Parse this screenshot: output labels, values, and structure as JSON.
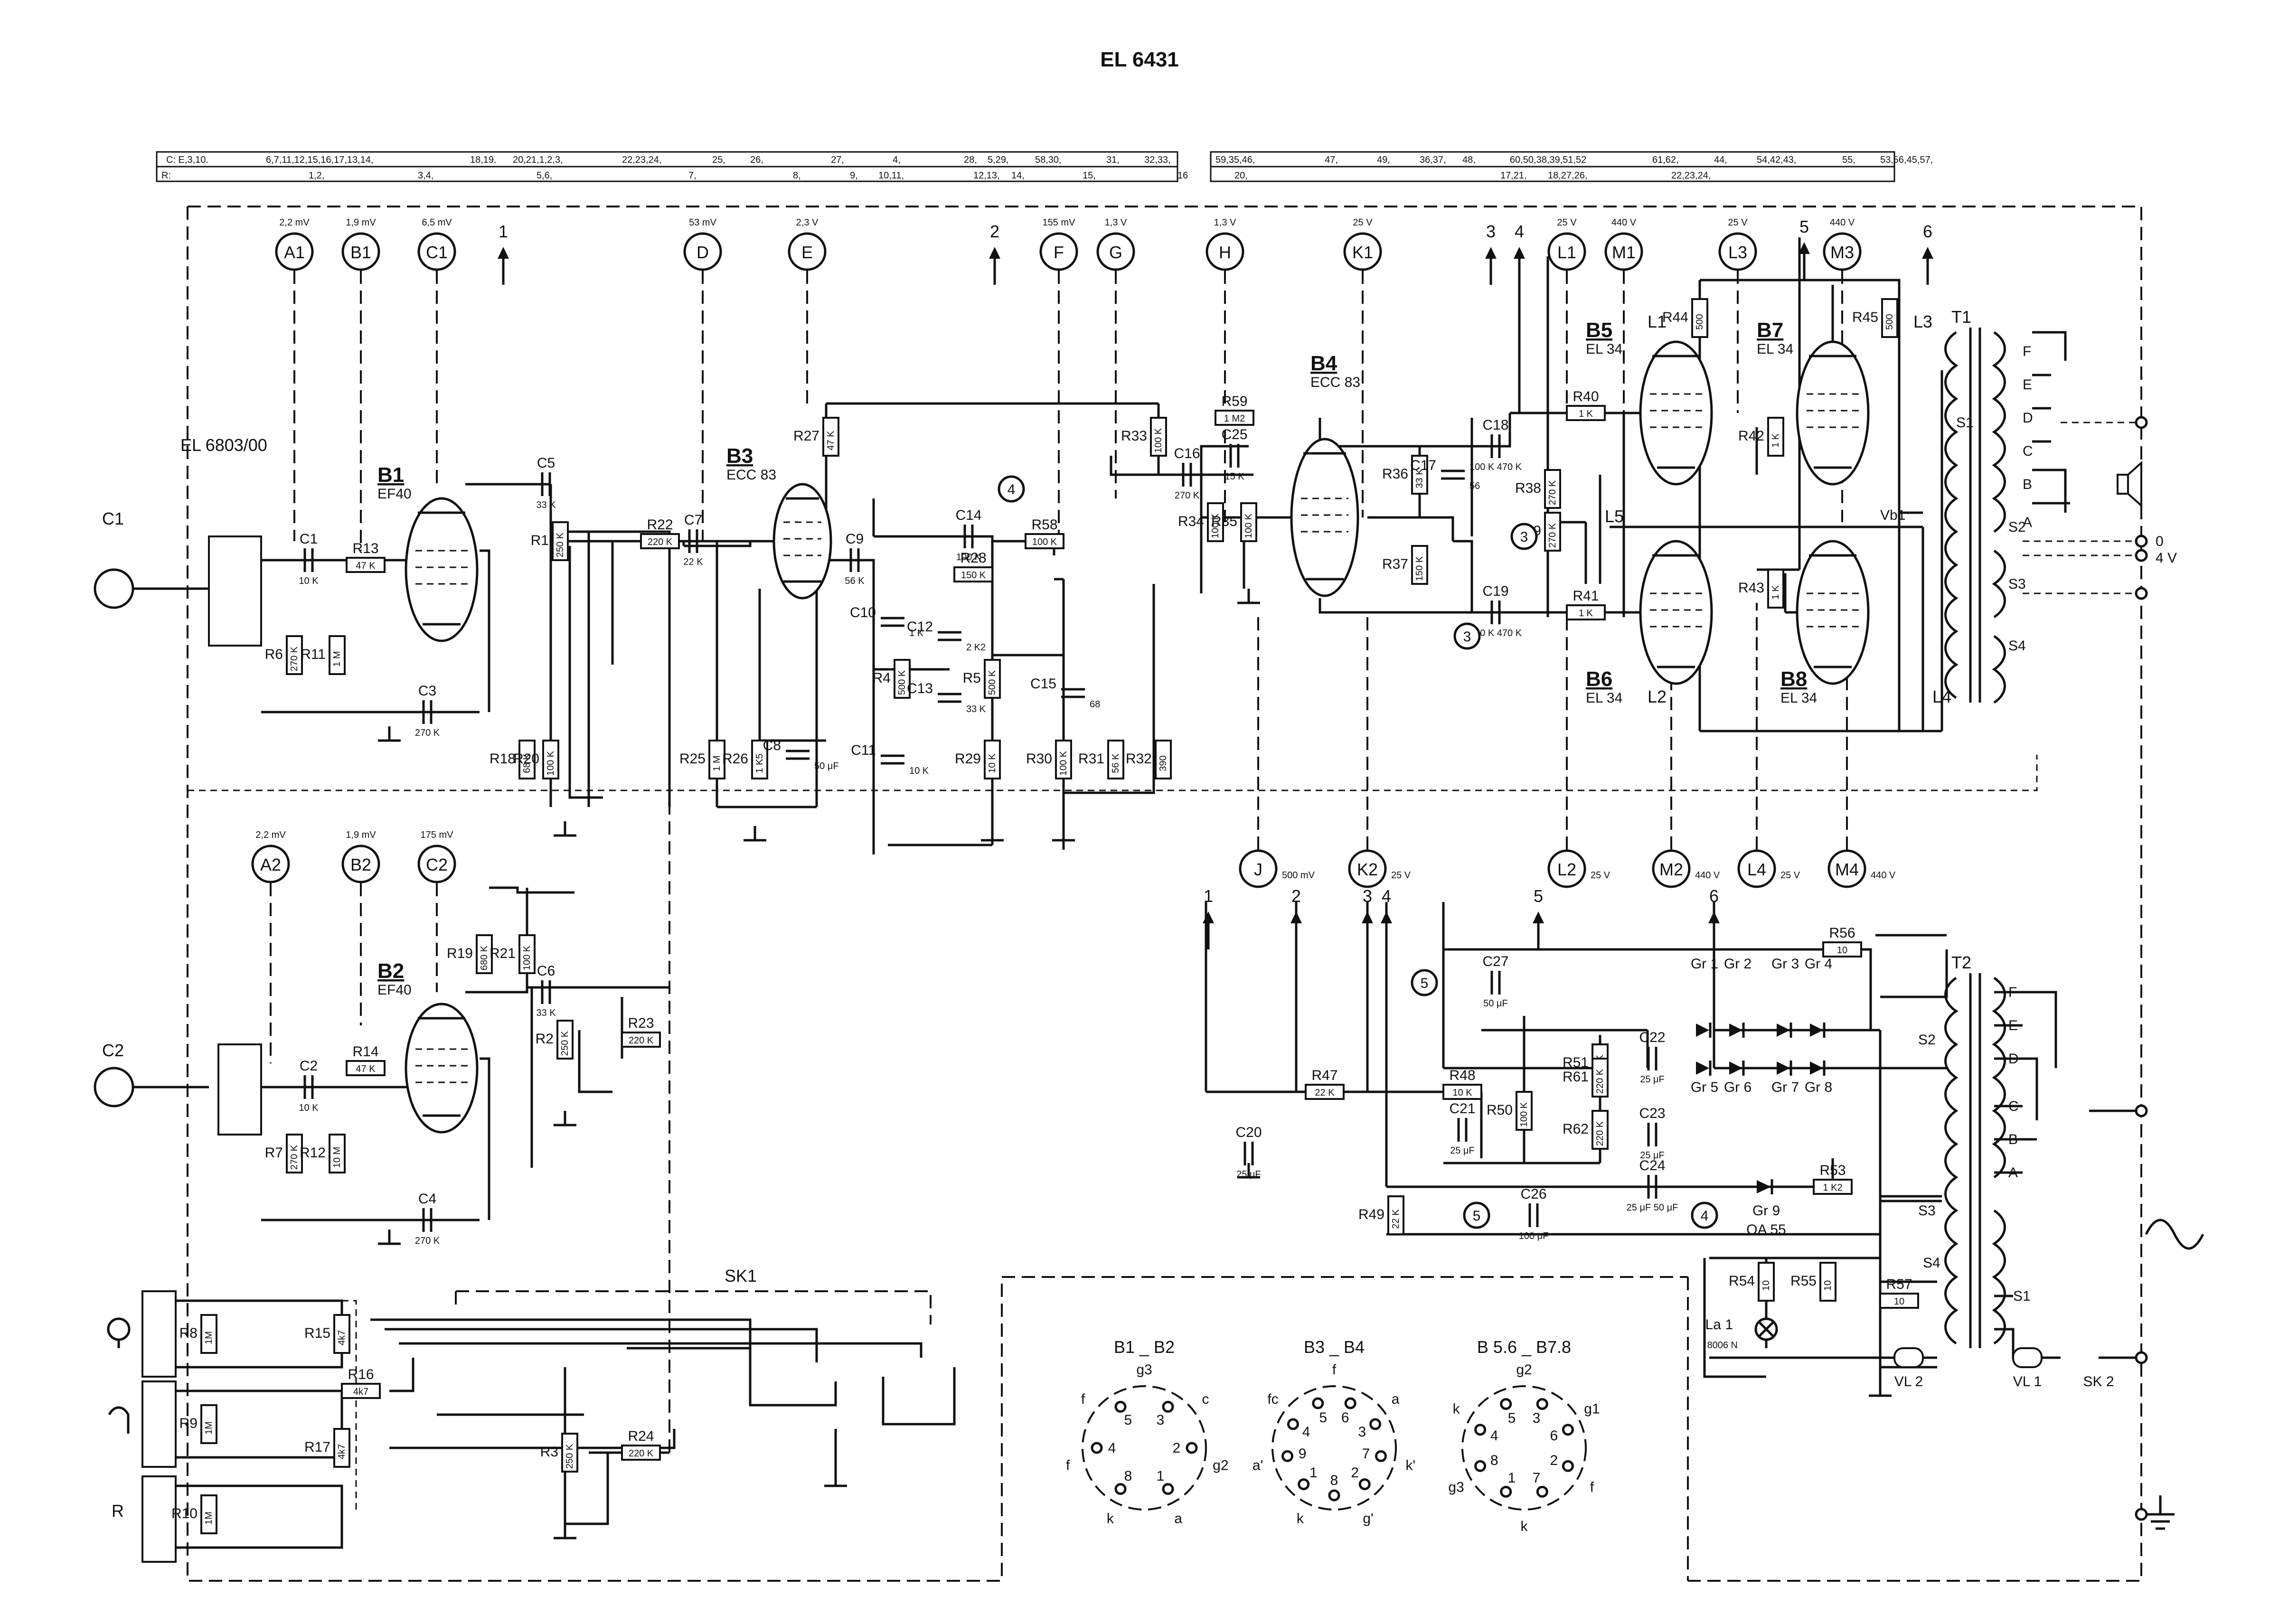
{
  "title": "EL 6431",
  "ruler": {
    "top": [
      "C: E,3,10.",
      "6,7,11,12,15,16,17,13,14,",
      "18,19.",
      "20,21,1,2,3,",
      "22,23,24,",
      "25,",
      "26,",
      "27,",
      "4,",
      "28,",
      "5,29,",
      "58,30,",
      "31,",
      "32,33,",
      "59,35,46,",
      "47,",
      "49,",
      "36,37,",
      "48,",
      "60,50,38,39,51,52",
      "61,62,",
      "44,",
      "54,42,43,",
      "55,",
      "53,56,45,57,"
    ],
    "bottom": [
      "R:",
      "1,2,",
      "3,4,",
      "5,6,",
      "7,",
      "8,",
      "9,",
      "10,11,",
      "12,13,",
      "14,",
      "15,",
      "16",
      "20,",
      "17,21,",
      "18,27,26,",
      "22,23,24,"
    ]
  },
  "test_points": [
    {
      "label": "A1",
      "voltage": "2,2 mV"
    },
    {
      "label": "B1",
      "voltage": "1,9 mV"
    },
    {
      "label": "C1",
      "voltage": "6,5 mV"
    },
    {
      "label": "D",
      "voltage": "53 mV"
    },
    {
      "label": "E",
      "voltage": "2,3 V"
    },
    {
      "label": "F",
      "voltage": "155 mV"
    },
    {
      "label": "G",
      "voltage": "1,3 V"
    },
    {
      "label": "H",
      "voltage": "1,3 V"
    },
    {
      "label": "K1",
      "voltage": "25 V"
    },
    {
      "label": "L1",
      "voltage": "25 V"
    },
    {
      "label": "M1",
      "voltage": "440 V"
    },
    {
      "label": "L3",
      "voltage": "25 V"
    },
    {
      "label": "M3",
      "voltage": "440 V"
    },
    {
      "label": "A2",
      "voltage": "2,2 mV"
    },
    {
      "label": "B2",
      "voltage": "1,9 mV"
    },
    {
      "label": "C2",
      "voltage": "175 mV"
    },
    {
      "label": "J",
      "voltage": "500 mV"
    },
    {
      "label": "K2",
      "voltage": "25 V"
    },
    {
      "label": "L2",
      "voltage": "25 V"
    },
    {
      "label": "M2",
      "voltage": "440 V"
    },
    {
      "label": "L4",
      "voltage": "25 V"
    },
    {
      "label": "M4",
      "voltage": "440 V"
    }
  ],
  "tubes": [
    {
      "ref": "B1",
      "type": "EF40"
    },
    {
      "ref": "B2",
      "type": "EF40"
    },
    {
      "ref": "B3",
      "type": "ECC 83"
    },
    {
      "ref": "B4",
      "type": "ECC 83"
    },
    {
      "ref": "B5",
      "type": "EL 34"
    },
    {
      "ref": "B6",
      "type": "EL 34"
    },
    {
      "ref": "B7",
      "type": "EL 34"
    },
    {
      "ref": "B8",
      "type": "EL 34"
    }
  ],
  "input_unit": "EL 6803/00",
  "connectors": [
    "C1",
    "C2"
  ],
  "components": {
    "R1": "250 K",
    "R2": "250 K",
    "R3": "250 K",
    "R5": "500 K",
    "R4": "500 K",
    "R6": "270 K",
    "R7": "270 K",
    "R8": "1M",
    "R9": "1M",
    "R10": "1M",
    "R11": "1 M",
    "R12": "10 M",
    "R13": "47 K",
    "R14": "47 K",
    "R15": "4k7",
    "R16": "4k7",
    "R17": "4k7",
    "R18": "68 K",
    "R19": "680 K",
    "R20": "100 K",
    "R21": "100 K",
    "R22": "220 K",
    "R23": "220 K",
    "R24": "220 K",
    "R25": "1 M",
    "R26": "1 K5",
    "R27": "47 K",
    "R28": "150 K",
    "R29": "10 K",
    "R30": "100 K",
    "R31": "56 K",
    "R32": "390",
    "R33": "100 K",
    "R34": "100 K",
    "R35": "100 K",
    "R36": "33 K",
    "R37": "150 K",
    "R38": "270 K",
    "R39": "270 K",
    "R40": "1 K",
    "R41": "1 K",
    "R42": "1 K",
    "R43": "1 K",
    "R44": "500",
    "R45": "500",
    "R47": "22 K",
    "R48": "10 K",
    "R49": "22 K",
    "R50": "100 K",
    "R51": "100 K",
    "R53": "1 K2",
    "R54": "10",
    "R55": "10",
    "R56": "10",
    "R57": "10",
    "R59": "1 M2",
    "R58": "100 K",
    "R61": "220 K",
    "R62": "220 K",
    "C1": "10 K",
    "C2": "10 K",
    "C3": "270 K",
    "C4": "270 K",
    "C5": "33 K",
    "C6": "33 K",
    "C7": "22 K",
    "C8": "50 μF",
    "C9": "56 K",
    "C10": "1 K",
    "C11": "10 K",
    "C12": "2 K2",
    "C13": "33 K",
    "C14": "100 K",
    "C15": "68",
    "C16": "270 K",
    "C17": "56",
    "C18": "100 K 470 K",
    "C19": "100 K 470 K",
    "C20": "25 μF",
    "C21": "25 μF",
    "C22": "25 μF",
    "C23": "25 μF",
    "C24": "25 μF 50 μF",
    "C25": "15 K",
    "C26": "100 μF",
    "C27": "50 μF"
  },
  "rectifiers": [
    "Gr 1",
    "Gr 2",
    "Gr 3",
    "Gr 4",
    "Gr 5",
    "Gr 6",
    "Gr 7",
    "Gr 8",
    "Gr 9",
    "OA 55"
  ],
  "transformers": {
    "output": {
      "ref": "T1",
      "taps": [
        "F",
        "E",
        "D",
        "C",
        "B",
        "A"
      ],
      "windings": [
        "S1",
        "S2",
        "S3",
        "S4"
      ],
      "label_vb1": "Vb1"
    },
    "mains": {
      "ref": "T2",
      "taps": [
        "F",
        "E",
        "D",
        "C",
        "B",
        "A"
      ],
      "windings": [
        "S1",
        "S2",
        "S3",
        "S4"
      ]
    }
  },
  "outputs": {
    "out_0": "0",
    "out_4v": "4 V"
  },
  "switches": [
    "SK1",
    "SK 2"
  ],
  "lamp": {
    "ref": "La 1",
    "type": "8006 N"
  },
  "fuses": [
    "VL 2",
    "VL 1"
  ],
  "inputs": [
    "R"
  ],
  "nodes": [
    "1",
    "2",
    "3",
    "4",
    "5",
    "6"
  ],
  "circled_markers": [
    "3",
    "4",
    "5"
  ],
  "coils": [
    "L1",
    "L2",
    "L3",
    "L4",
    "L5"
  ],
  "pinouts": [
    {
      "title": "B1 _ B2",
      "pins": [
        "g3",
        "4",
        "5",
        "c",
        "g2",
        "3",
        "2",
        "a",
        "1",
        "8",
        "k",
        "f",
        "f"
      ]
    },
    {
      "title": "B3 _ B4",
      "pins": [
        "f",
        "4",
        "5",
        "6",
        "a",
        "k'",
        "3",
        "7",
        "g'",
        "2",
        "8",
        "k",
        "a'",
        "1",
        "9",
        "fc"
      ]
    },
    {
      "title": "B 5.6 _ B7.8",
      "pins": [
        "g2",
        "4",
        "5",
        "g1",
        "3",
        "6",
        "f",
        "k",
        "2",
        "7",
        "1",
        "8",
        "g3",
        "k"
      ]
    }
  ]
}
